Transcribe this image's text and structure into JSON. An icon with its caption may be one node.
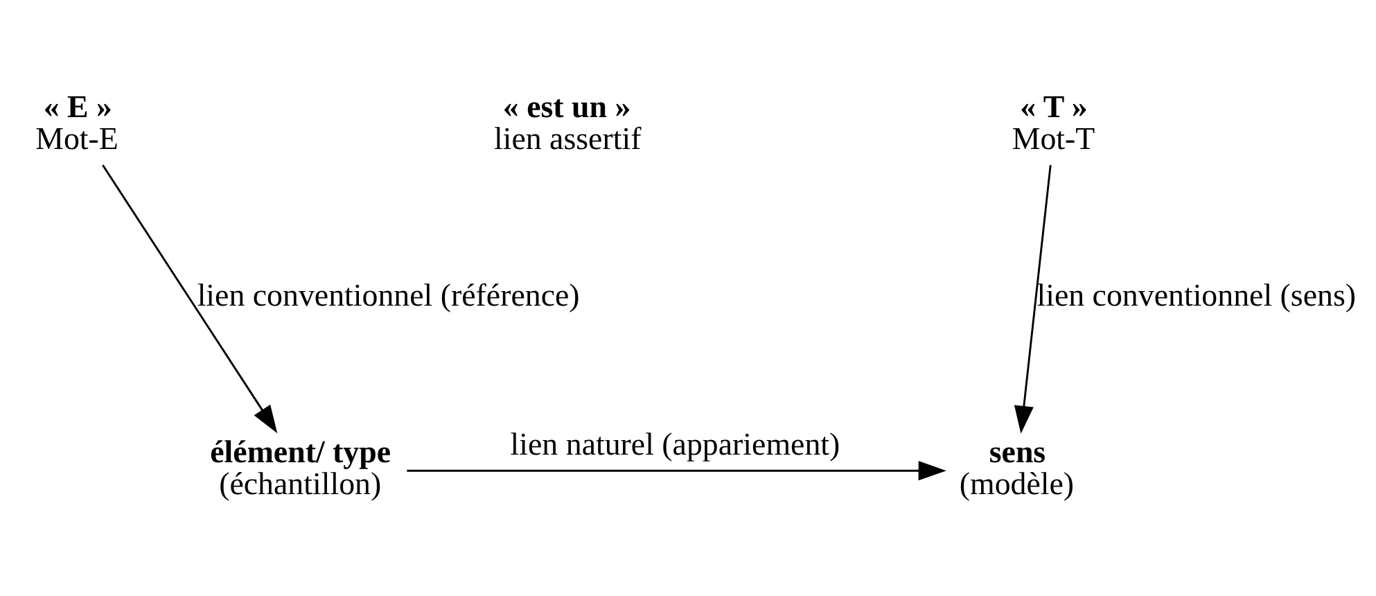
{
  "diagram": {
    "nodes": [
      {
        "text": [
          "« E »",
          "Mot-E"
        ]
      },
      {
        "text": [
          "« T »",
          "Mot-T"
        ]
      },
      {
        "text": [
          "élément/ type",
          "(échantillon)"
        ]
      },
      {
        "text": [
          "sens",
          "(modèle)"
        ]
      }
    ],
    "edges": [
      {
        "from": 0,
        "to": 2,
        "arrow": "to",
        "label": "lien conventionnel (référence)"
      },
      {
        "from": 1,
        "to": 3,
        "arrow": "to",
        "label": "lien conventionnel (sens)"
      },
      {
        "from": 2,
        "to": 3,
        "arrow": "to",
        "label": "lien naturel (appariement)"
      }
    ],
    "labels": [
      "« est un »",
      "lien assertif"
    ]
  }
}
